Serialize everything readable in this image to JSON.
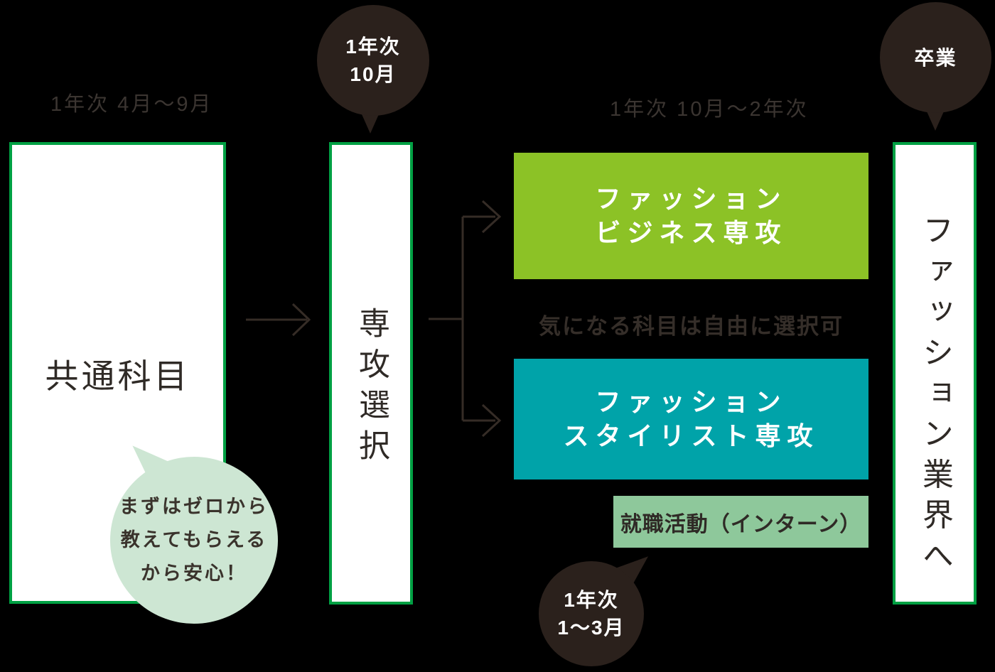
{
  "colors": {
    "background": "#000000",
    "box_border_green": "#00a043",
    "business_green": "#8cc226",
    "stylist_teal": "#00a3a9",
    "job_pale_green": "#8ec89b",
    "bubble_light_green": "#cde6d3",
    "balloon_dark_brown": "#2b211c",
    "arrow_dark": "#352c26",
    "text_dark": "#2f2a26",
    "text_gray_label": "#3b3531",
    "text_white": "#ffffff"
  },
  "timeline": {
    "phase1_label": "1年次 4月〜9月",
    "phase2_label": "1年次 10月〜2年次"
  },
  "boxes": {
    "common_subjects": "共通科目",
    "major_selection": "専攻選択",
    "fashion_business": {
      "line1": "ファッション",
      "line2": "ビジネス専攻"
    },
    "fashion_stylist": {
      "line1": "ファッション",
      "line2": "スタイリスト専攻"
    },
    "job_hunting": "就職活動（インターン）",
    "fashion_industry": "ファッション業界へ"
  },
  "balloons": {
    "first_year_oct": {
      "line1": "1年次",
      "line2": "10月"
    },
    "first_year_jan_mar": {
      "line1": "1年次",
      "line2": "1〜3月"
    },
    "graduation": "卒業"
  },
  "bubble": {
    "line1": "まずはゼロから",
    "line2": "教えてもらえる",
    "line3": "から安心！"
  },
  "note": "気になる科目は自由に選択可"
}
